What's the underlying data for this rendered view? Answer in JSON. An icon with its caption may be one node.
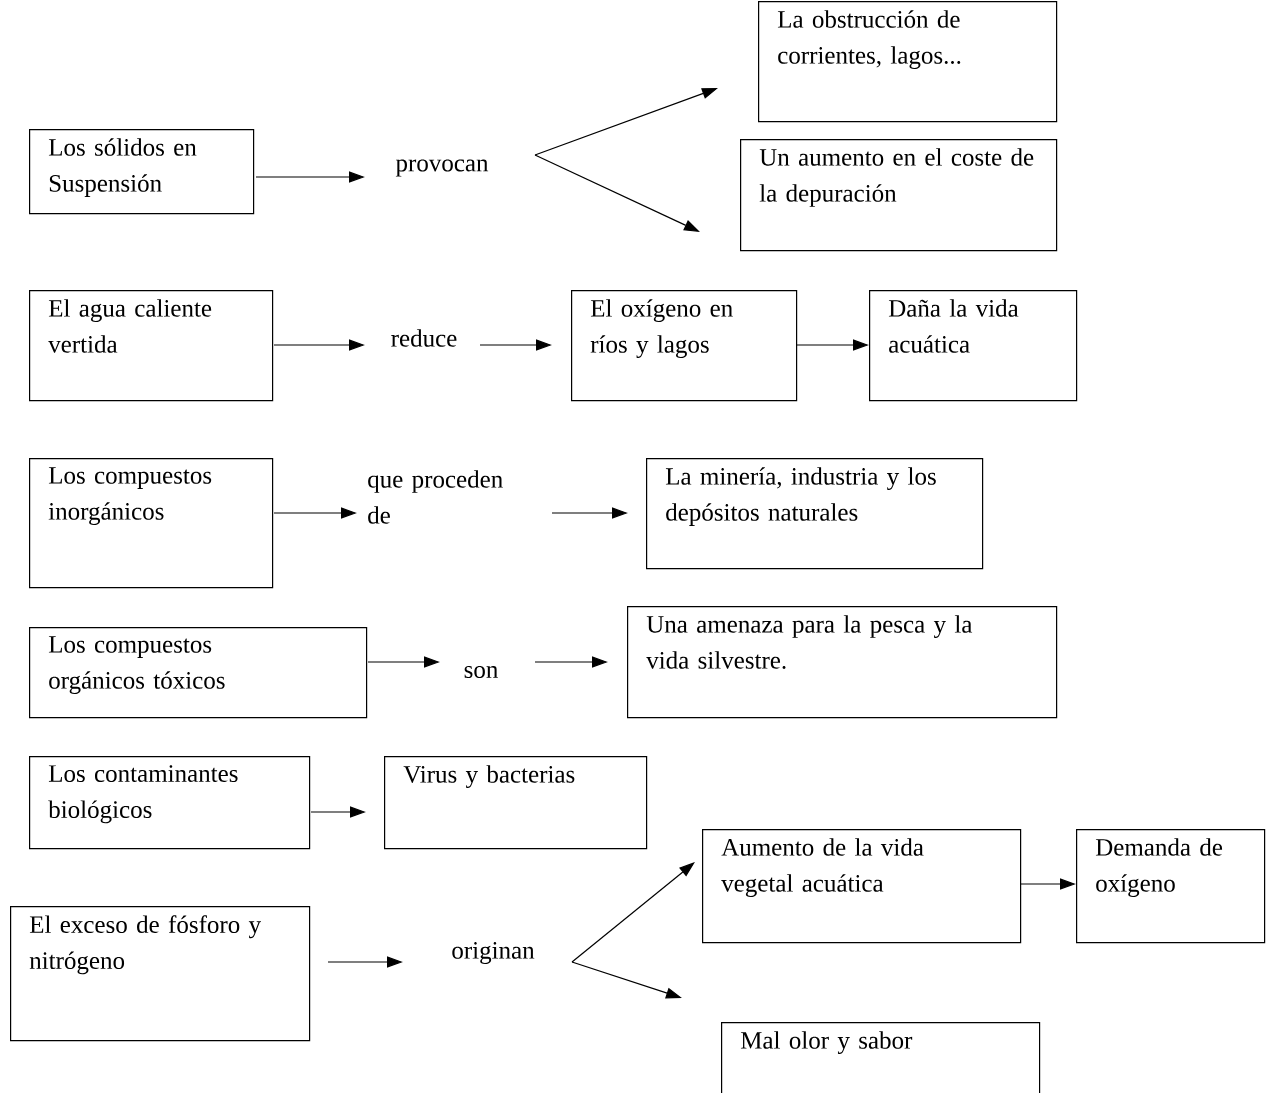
{
  "diagram": {
    "nodes": [
      {
        "text": [
          "Los sólidos en Suspensión"
        ]
      },
      {
        "text": [
          "provocan"
        ]
      },
      {
        "text": [
          "La obstrucción de corrientes, lagos..."
        ]
      },
      {
        "text": [
          "Un aumento en el coste de la depuración"
        ]
      },
      {
        "text": [
          "El agua caliente vertida"
        ]
      },
      {
        "text": [
          "reduce"
        ]
      },
      {
        "text": [
          "El oxígeno en ríos y lagos"
        ]
      },
      {
        "text": [
          "Daña la vida acuática"
        ]
      },
      {
        "text": [
          "Los compuestos inorgánicos"
        ]
      },
      {
        "text": [
          "que proceden de"
        ]
      },
      {
        "text": [
          "La minería, industria y los depósitos naturales"
        ]
      },
      {
        "text": [
          "Los compuestos orgánicos tóxicos"
        ]
      },
      {
        "text": [
          "son"
        ]
      },
      {
        "text": [
          "Una amenaza para la pesca y la vida silvestre."
        ]
      },
      {
        "text": [
          "Los contaminantes biológicos"
        ]
      },
      {
        "text": [
          "Virus y bacterias"
        ]
      },
      {
        "text": [
          "El exceso de fósforo y nitrógeno"
        ]
      },
      {
        "text": [
          "originan"
        ]
      },
      {
        "text": [
          "Aumento de la vida vegetal acuática"
        ]
      },
      {
        "text": [
          "Demanda de oxígeno"
        ]
      },
      {
        "text": [
          "Mal olor y sabor"
        ]
      }
    ],
    "edges": [
      {
        "from": 0,
        "to": 1,
        "arrow": "to"
      },
      {
        "from": 1,
        "to": 2,
        "arrow": "to"
      },
      {
        "from": 1,
        "to": 3,
        "arrow": "to"
      },
      {
        "from": 4,
        "to": 5,
        "arrow": "to"
      },
      {
        "from": 5,
        "to": 6,
        "arrow": "to"
      },
      {
        "from": 6,
        "to": 7,
        "arrow": "to"
      },
      {
        "from": 8,
        "to": 9,
        "arrow": "to"
      },
      {
        "from": 9,
        "to": 10,
        "arrow": "to"
      },
      {
        "from": 11,
        "to": 12,
        "arrow": "to"
      },
      {
        "from": 12,
        "to": 13,
        "arrow": "to"
      },
      {
        "from": 14,
        "to": 15,
        "arrow": "to"
      },
      {
        "from": 16,
        "to": 17,
        "arrow": "to"
      },
      {
        "from": 17,
        "to": 18,
        "arrow": "to"
      },
      {
        "from": 17,
        "to": 20,
        "arrow": "to"
      },
      {
        "from": 18,
        "to": 19,
        "arrow": "to"
      }
    ]
  }
}
